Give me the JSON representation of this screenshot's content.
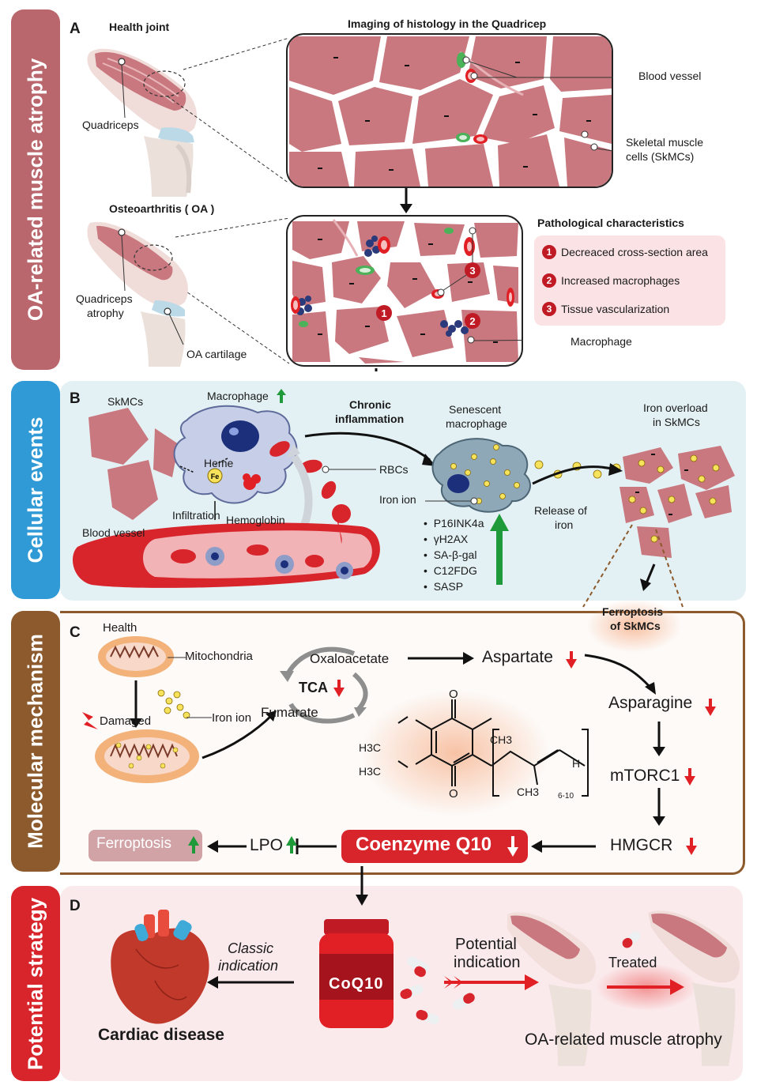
{
  "colors": {
    "panel_a_side": "#b9666d",
    "panel_b_side": "#2f9ad6",
    "panel_b_bg": "#e4f1f4",
    "panel_c_side": "#8c5a2c",
    "panel_c_border": "#8c5a2c",
    "panel_d_side": "#d8242b",
    "panel_d_bg": "#fbeaec",
    "muscle": "#c8787e",
    "accent_red": "#e12026",
    "accent_green": "#1f9a3b"
  },
  "sections": {
    "a": {
      "side_label": "OA-related muscle atrophy",
      "letter": "A"
    },
    "b": {
      "side_label": "Cellular events",
      "letter": "B"
    },
    "c": {
      "side_label": "Molecular mechanism",
      "letter": "C"
    },
    "d": {
      "side_label": "Potential strategy",
      "letter": "D"
    }
  },
  "panel_a": {
    "health_joint": "Health joint",
    "quadriceps": "Quadriceps",
    "histology_title": "Imaging of histology in the Quadricep",
    "blood_vessel": "Blood vessel",
    "skmc_line1": "Skeletal muscle",
    "skmc_line2": "cells (SkMCs)",
    "oa_title": "Osteoarthritis ( OA )",
    "atrophy_line1": "Quadriceps",
    "atrophy_line2": "atrophy",
    "oa_cartilage": "OA cartilage",
    "macrophage": "Macrophage",
    "patho_title": "Pathological characteristics",
    "patho_items": [
      {
        "num": "1",
        "text": "Decreaced cross-section area"
      },
      {
        "num": "2",
        "text": "Increased macrophages"
      },
      {
        "num": "3",
        "text": "Tissue vascularization"
      }
    ]
  },
  "panel_b": {
    "skmcs": "SkMCs",
    "macrophage": "Macrophage",
    "heme": "Heme",
    "fe": "Fe",
    "hemoglobin": "Hemoglobin",
    "infiltration": "Infiltration",
    "blood_vessel": "Blood vessel",
    "rbcs": "RBCs",
    "chronic_line1": "Chronic",
    "chronic_line2": "inflammation",
    "senescent_line1": "Senescent",
    "senescent_line2": "macrophage",
    "iron_ion": "Iron ion",
    "markers": [
      "P16INK4a",
      "γH2AX",
      "SA-β-gal",
      "C12FDG",
      "SASP"
    ],
    "release_line1": "Release of",
    "release_line2": "iron",
    "overload_line1": "Iron overload",
    "overload_line2": "in SkMCs",
    "ferroptosis_line1": "Ferroptosis",
    "ferroptosis_line2": "of SkMCs"
  },
  "panel_c": {
    "health": "Health",
    "mitochondria": "Mitochondria",
    "damaged": "Damaged",
    "iron_ion": "Iron ion",
    "oxaloacetate": "Oxaloacetate",
    "tca": "TCA",
    "fumarate": "Fumarate",
    "aspartate": "Aspartate",
    "asparagine": "Asparagine",
    "mtorc1": "mTORC1",
    "hmgcr": "HMGCR",
    "coenzyme": "Coenzyme Q10",
    "lpo": "LPO",
    "ferroptosis": "Ferroptosis",
    "chem_h3c": "H3C",
    "chem_o": "O",
    "chem_ch3": "CH3",
    "chem_h": "H",
    "chem_n": "6-10"
  },
  "panel_d": {
    "classic_line1": "Classic",
    "classic_line2": "indication",
    "cardiac": "Cardiac disease",
    "coq10": "CoQ10",
    "potential_line1": "Potential",
    "potential_line2": "indication",
    "treated": "Treated",
    "oa_atrophy": "OA-related muscle atrophy"
  }
}
